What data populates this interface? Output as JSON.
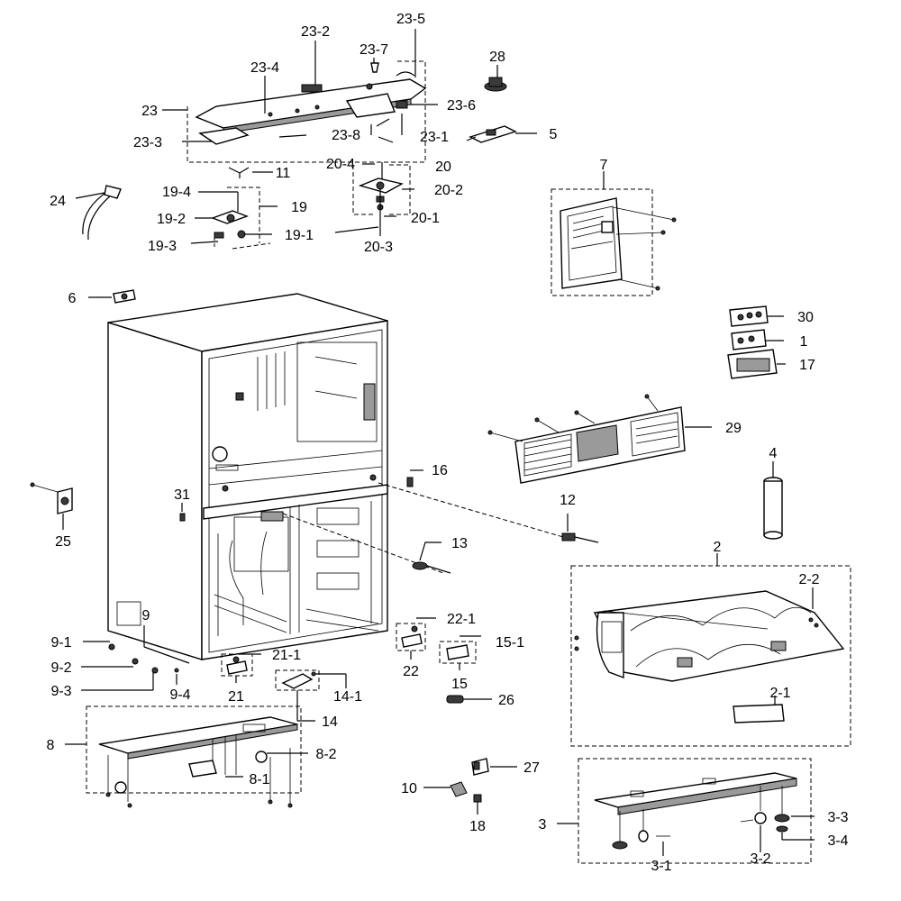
{
  "labels": {
    "l23_2": "23-2",
    "l23_5": "23-5",
    "l23_7": "23-7",
    "l23_4": "23-4",
    "l23": "23",
    "l23_6": "23-6",
    "l23_3": "23-3",
    "l23_8": "23-8",
    "l23_1": "23-1",
    "l28": "28",
    "l5": "5",
    "l11": "11",
    "l20_4": "20-4",
    "l20": "20",
    "l20_2": "20-2",
    "l20_1": "20-1",
    "l20_3": "20-3",
    "l19_4": "19-4",
    "l19": "19",
    "l19_2": "19-2",
    "l19_1": "19-1",
    "l19_3": "19-3",
    "l24": "24",
    "l7": "7",
    "l6": "6",
    "l30": "30",
    "l1": "1",
    "l17": "17",
    "l29": "29",
    "l16": "16",
    "l4": "4",
    "l31": "31",
    "l25": "25",
    "l12": "12",
    "l13": "13",
    "l2": "2",
    "l2_2": "2-2",
    "l2_1": "2-1",
    "l9": "9",
    "l9_1": "9-1",
    "l9_2": "9-2",
    "l9_3": "9-3",
    "l9_4": "9-4",
    "l22_1": "22-1",
    "l21_1": "21-1",
    "l22": "22",
    "l15_1": "15-1",
    "l15": "15",
    "l21": "21",
    "l14_1": "14-1",
    "l14": "14",
    "l26": "26",
    "l8": "8",
    "l8_2": "8-2",
    "l8_1": "8-1",
    "l27": "27",
    "l10": "10",
    "l18": "18",
    "l3": "3",
    "l3_3": "3-3",
    "l3_4": "3-4",
    "l3_1": "3-1",
    "l3_2": "3-2"
  },
  "icons": [
    "refrigerator-cabinet",
    "hinge",
    "screw",
    "power-cord",
    "evaporator-cover",
    "leveling-foot",
    "water-filter-housing"
  ]
}
